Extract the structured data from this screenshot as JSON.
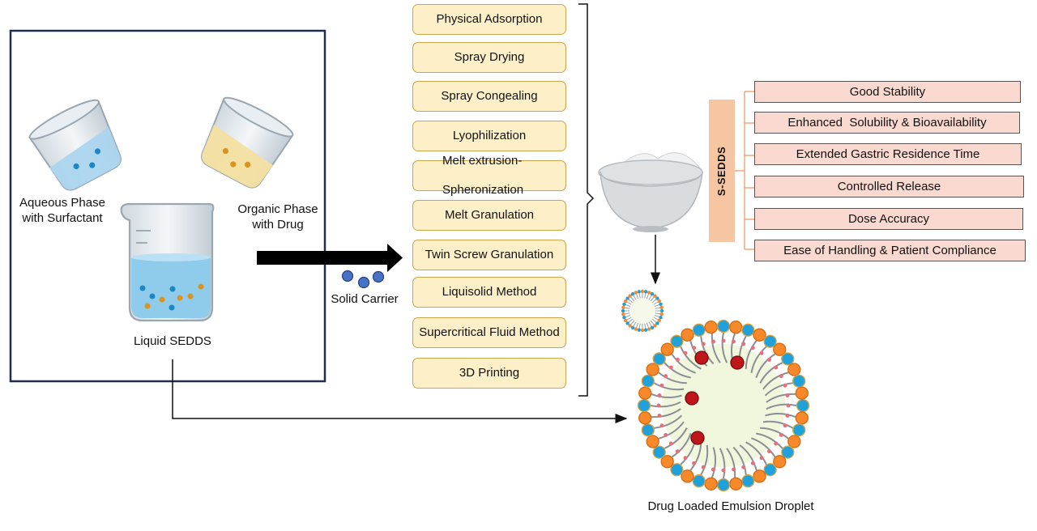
{
  "left_panel": {
    "aqueous_label": [
      "Aqueous Phase",
      "with Surfactant"
    ],
    "organic_label": [
      "Organic Phase",
      "with Drug"
    ],
    "liquid_label": "Liquid SEDDS"
  },
  "solid_carrier_label": "Solid Carrier",
  "methods": [
    "Physical Adsorption",
    "Spray Drying",
    "Spray Congealing",
    "Lyophilization",
    "Melt extrusion-\nSpheronization",
    "Melt Granulation",
    "Twin Screw Granulation",
    "Liquisolid Method",
    "Supercritical Fluid Method",
    "3D Printing"
  ],
  "ssedds_label": "S-SEDDS",
  "benefits": [
    "Good Stability",
    "Enhanced  Solubility & Bioavailability",
    "Extended Gastric Residence Time",
    "Controlled Release",
    "Dose Accuracy",
    "Ease of Handling & Patient Compliance"
  ],
  "droplet_label": "Drug Loaded Emulsion Droplet",
  "colors": {
    "frame": "#1f2f4a",
    "method_fill": "#fdf0c9",
    "method_border": "#c9a54b",
    "benefit_fill": "#fadad0",
    "ssedds_fill": "#f6c5a2",
    "head_blue": "#1fa2dc",
    "head_orange": "#f7892b",
    "drug_red": "#c0151b",
    "droplet_core": "#f1f7dc"
  }
}
